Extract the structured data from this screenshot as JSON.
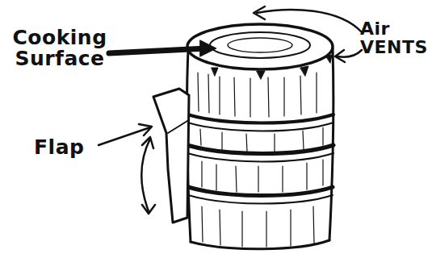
{
  "diagram": {
    "labels": [
      "Cooking Surface",
      "Air VENTS",
      "Flap"
    ]
  }
}
